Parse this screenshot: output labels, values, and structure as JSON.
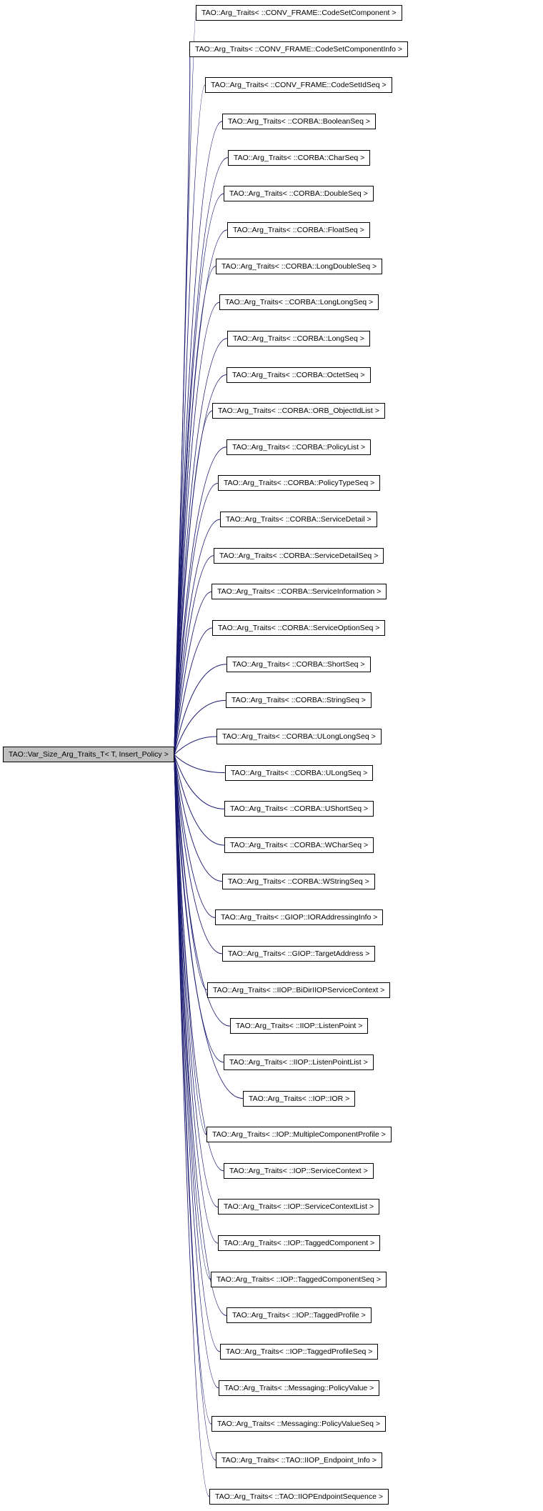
{
  "diagram": {
    "type": "inheritance-graph",
    "edge_color": "#191970",
    "node_border_color": "#000000",
    "node_fill": "#ffffff",
    "base_node": {
      "label": "TAO::Var_Size_Arg_Traits_T< T, Insert_Policy >",
      "fill": "#bfbfbf"
    },
    "derived_nodes": [
      "TAO::Arg_Traits< ::CONV_FRAME::CodeSetComponent >",
      "TAO::Arg_Traits< ::CONV_FRAME::CodeSetComponentInfo >",
      "TAO::Arg_Traits< ::CONV_FRAME::CodeSetIdSeq >",
      "TAO::Arg_Traits< ::CORBA::BooleanSeq >",
      "TAO::Arg_Traits< ::CORBA::CharSeq >",
      "TAO::Arg_Traits< ::CORBA::DoubleSeq >",
      "TAO::Arg_Traits< ::CORBA::FloatSeq >",
      "TAO::Arg_Traits< ::CORBA::LongDoubleSeq >",
      "TAO::Arg_Traits< ::CORBA::LongLongSeq >",
      "TAO::Arg_Traits< ::CORBA::LongSeq >",
      "TAO::Arg_Traits< ::CORBA::OctetSeq >",
      "TAO::Arg_Traits< ::CORBA::ORB_ObjectIdList >",
      "TAO::Arg_Traits< ::CORBA::PolicyList >",
      "TAO::Arg_Traits< ::CORBA::PolicyTypeSeq >",
      "TAO::Arg_Traits< ::CORBA::ServiceDetail >",
      "TAO::Arg_Traits< ::CORBA::ServiceDetailSeq >",
      "TAO::Arg_Traits< ::CORBA::ServiceInformation >",
      "TAO::Arg_Traits< ::CORBA::ServiceOptionSeq >",
      "TAO::Arg_Traits< ::CORBA::ShortSeq >",
      "TAO::Arg_Traits< ::CORBA::StringSeq >",
      "TAO::Arg_Traits< ::CORBA::ULongLongSeq >",
      "TAO::Arg_Traits< ::CORBA::ULongSeq >",
      "TAO::Arg_Traits< ::CORBA::UShortSeq >",
      "TAO::Arg_Traits< ::CORBA::WCharSeq >",
      "TAO::Arg_Traits< ::CORBA::WStringSeq >",
      "TAO::Arg_Traits< ::GIOP::IORAddressingInfo >",
      "TAO::Arg_Traits< ::GIOP::TargetAddress >",
      "TAO::Arg_Traits< ::IIOP::BiDirIIOPServiceContext >",
      "TAO::Arg_Traits< ::IIOP::ListenPoint >",
      "TAO::Arg_Traits< ::IIOP::ListenPointList >",
      "TAO::Arg_Traits< ::IOP::IOR >",
      "TAO::Arg_Traits< ::IOP::MultipleComponentProfile >",
      "TAO::Arg_Traits< ::IOP::ServiceContext >",
      "TAO::Arg_Traits< ::IOP::ServiceContextList >",
      "TAO::Arg_Traits< ::IOP::TaggedComponent >",
      "TAO::Arg_Traits< ::IOP::TaggedComponentSeq >",
      "TAO::Arg_Traits< ::IOP::TaggedProfile >",
      "TAO::Arg_Traits< ::IOP::TaggedProfileSeq >",
      "TAO::Arg_Traits< ::Messaging::PolicyValue >",
      "TAO::Arg_Traits< ::Messaging::PolicyValueSeq >",
      "TAO::Arg_Traits< ::TAO::IIOP_Endpoint_Info >",
      "TAO::Arg_Traits< ::TAO::IIOPEndpointSequence >"
    ]
  }
}
